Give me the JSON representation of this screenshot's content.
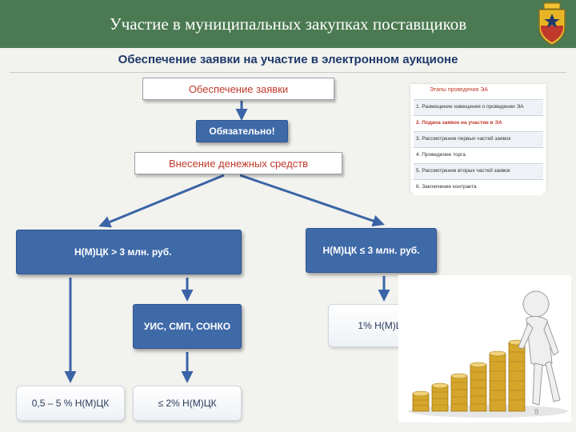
{
  "header": {
    "title": "Участие в муниципальных закупках поставщиков"
  },
  "subtitle": "Обеспечение заявки на участие в электронном аукционе",
  "diagram": {
    "security": "Обеспечение заявки",
    "mandatory": "Обязательно!",
    "deposit": "Внесение денежных средств",
    "nmck_gt": "Н(М)ЦК > 3 млн. руб.",
    "nmck_le": "Н(М)ЦК ≤ 3 млн. руб.",
    "uis": "УИС, СМП, СОНКО",
    "one_percent": "1% Н(М)ЦК",
    "half_five": "0,5 – 5 % Н(М)ЦК",
    "two_percent": "≤ 2% Н(М)ЦК"
  },
  "stages": {
    "title": "Этапы проведения ЭА",
    "items": [
      "1. Размещение извещения о проведении ЭА",
      "2. Подача заявок на участие в ЭА",
      "3. Рассмотрение первых частей заявок",
      "4. Проведение торга",
      "5. Рассмотрение вторых частей заявок",
      "6. Заключение контракта"
    ]
  },
  "page_number": "8",
  "colors": {
    "header_bg": "#4b7a52",
    "accent_red": "#c0392b",
    "box_blue": "#3f6aa8",
    "arrow_blue": "#3a64a6",
    "coin_gold": "#d4a62a"
  }
}
